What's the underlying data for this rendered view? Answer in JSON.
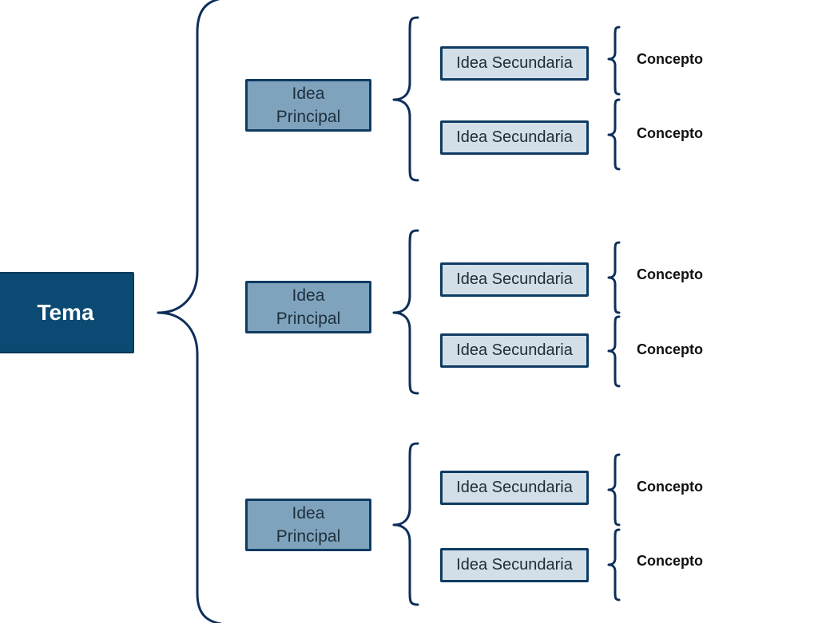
{
  "topic": {
    "label": "Tema"
  },
  "main_ideas": [
    {
      "label_line1": "Idea",
      "label_line2": "Principal",
      "secondary": [
        {
          "label": "Idea Secundaria",
          "concept": "Concepto"
        },
        {
          "label": "Idea Secundaria",
          "concept": "Concepto"
        }
      ]
    },
    {
      "label_line1": "Idea",
      "label_line2": "Principal",
      "secondary": [
        {
          "label": "Idea Secundaria",
          "concept": "Concepto"
        },
        {
          "label": "Idea Secundaria",
          "concept": "Concepto"
        }
      ]
    },
    {
      "label_line1": "Idea",
      "label_line2": "Principal",
      "secondary": [
        {
          "label": "Idea Secundaria",
          "concept": "Concepto"
        },
        {
          "label": "Idea Secundaria",
          "concept": "Concepto"
        }
      ]
    }
  ],
  "colors": {
    "brace": "#0e2f5a",
    "topic_fill": "#0b4a72",
    "main_fill": "#7fa3bd",
    "secondary_fill": "#d3dfe8"
  }
}
